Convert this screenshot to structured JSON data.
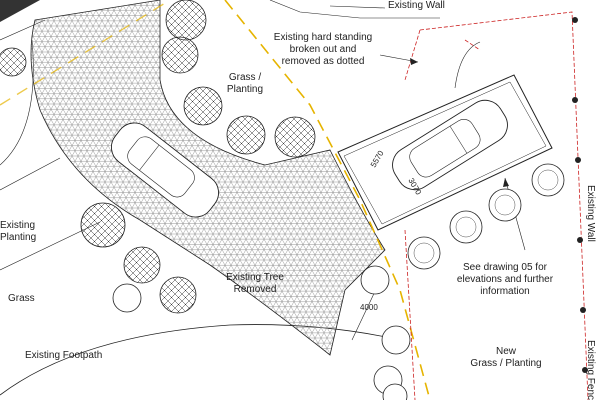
{
  "labels": {
    "existing_wall_top": "Existing Wall",
    "hard_standing_l1": "Existing hard standing",
    "hard_standing_l2": "broken out and",
    "hard_standing_l3": "removed as dotted",
    "grass_planting_top_l1": "Grass /",
    "grass_planting_top_l2": "Planting",
    "existing_planting_l1": "Existing",
    "existing_planting_l2": "Planting",
    "grass_left": "Grass",
    "existing_tree_l1": "Existing Tree",
    "existing_tree_l2": "Removed",
    "existing_footpath": "Existing Footpath",
    "see_drawing_l1": "See drawing 05 for",
    "see_drawing_l2": "elevations and further",
    "see_drawing_l3": "information",
    "new_grass_l1": "New",
    "new_grass_l2": "Grass / Planting",
    "existing_wall_right": "Existing Wall",
    "existing_fence_right": "Existing Fence"
  },
  "dimensions": {
    "dim_5570": "5570",
    "dim_3070": "3070",
    "dim_4000": "4000"
  },
  "colors": {
    "line": "#222222",
    "hatch": "#7a7a7a",
    "red_boundary": "#cc2222",
    "yellow_dash": "#e6b400"
  }
}
